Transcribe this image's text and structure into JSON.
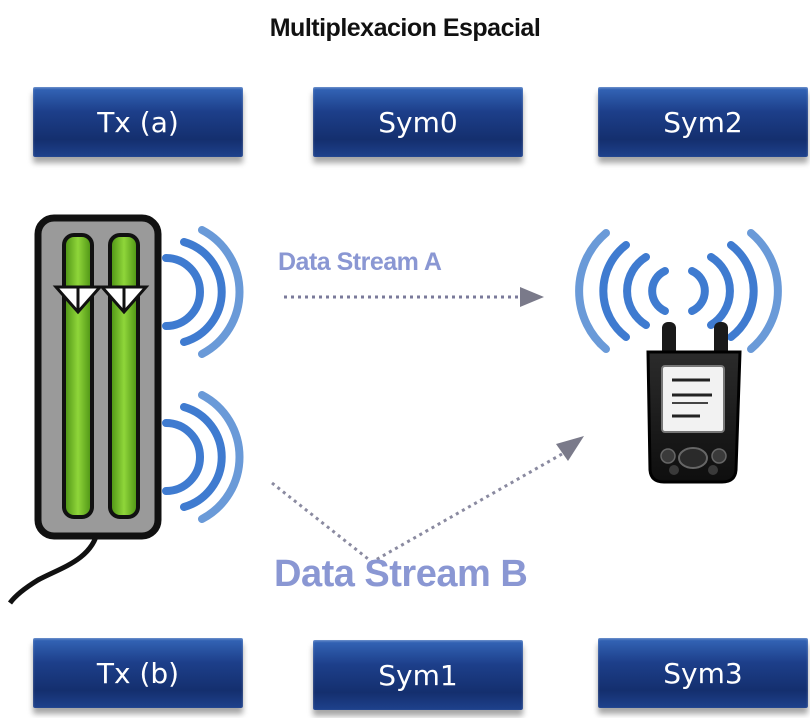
{
  "title": "Multiplexacion Espacial",
  "top_row": {
    "transmitter_label": "Tx (a)",
    "symbol_left": "Sym0",
    "symbol_right": "Sym2"
  },
  "bottom_row": {
    "transmitter_label": "Tx (b)",
    "symbol_left": "Sym1",
    "symbol_right": "Sym3"
  },
  "streams": {
    "a_label": "Data Stream A",
    "b_label": "Data Stream B"
  },
  "colors": {
    "box_blue": "#1d3f8a",
    "wave_blue": "#3f7bd0",
    "antenna_green": "#6fbf1f",
    "stream_label": "#8a97d3"
  },
  "icons": [
    "transmitter-device-icon",
    "receiver-device-icon",
    "radio-wave-icon",
    "arrow-icon"
  ]
}
